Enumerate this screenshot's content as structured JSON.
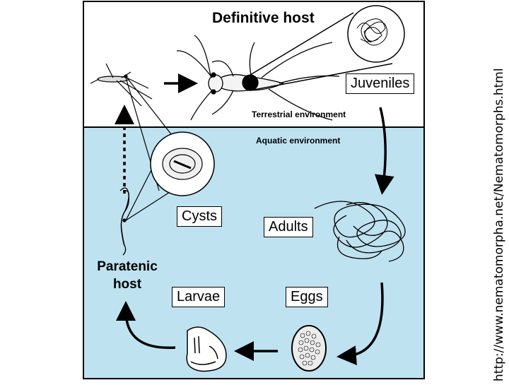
{
  "labels": {
    "definitive_host": "Definitive host",
    "juveniles": "Juveniles",
    "terrestrial": "Terrestrial environment",
    "aquatic": "Aquatic environment",
    "adults": "Adults",
    "eggs": "Eggs",
    "larvae": "Larvae",
    "cysts": "Cysts",
    "paratenic_line1": "Paratenic",
    "paratenic_line2": "host"
  },
  "source_url": "http://www.nematomorpha.net/Nematomorphs.html",
  "colors": {
    "aquatic_fill": "#bfe2f0",
    "terrestrial_fill": "#ffffff",
    "stroke": "#000000"
  }
}
